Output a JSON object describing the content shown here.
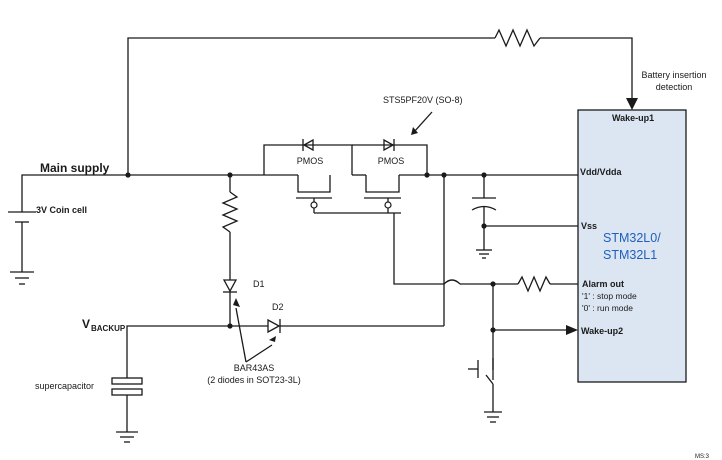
{
  "labels": {
    "main_supply": "Main supply",
    "coin_cell": "3V Coin cell",
    "vbackup_main": "V",
    "vbackup_sub": "BACKUP",
    "supercap": "supercapacitor",
    "d1": "D1",
    "d2": "D2",
    "bar43_line1": "BAR43AS",
    "bar43_line2": "(2 diodes in SOT23-3L)",
    "pmos_left": "PMOS",
    "pmos_right": "PMOS",
    "sts": "STS5PF20V (SO-8)",
    "battery_line1": "Battery insertion",
    "battery_line2": "detection",
    "mcu_line1": "STM32L0/",
    "mcu_line2": "STM32L1",
    "pin_wakeup1": "Wake-up1",
    "pin_vdd": "Vdd/Vdda",
    "pin_vss": "Vss",
    "pin_alarm": "Alarm out",
    "pin_stop": "'1' : stop mode",
    "pin_run": "'0' : run mode",
    "pin_wakeup2": "Wake-up2",
    "ref_code": "MS:3"
  },
  "colors": {
    "mcu_fill": "#dce6f2",
    "mcu_text": "#1f5fbf",
    "wire": "#1a1a1a"
  }
}
